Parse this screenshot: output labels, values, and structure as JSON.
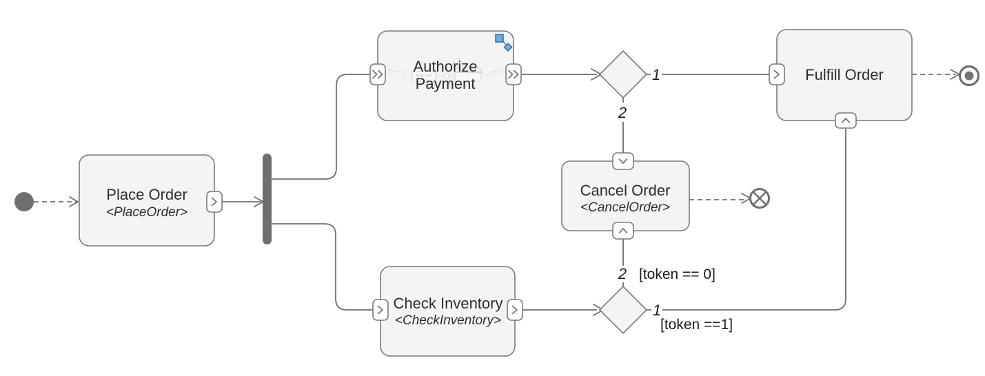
{
  "diagram": {
    "kind": "activity-workflow",
    "colors": {
      "background": "#ffffff",
      "connector": "#6f6f6f",
      "node_fill": "#f4f4f4",
      "node_border": "#7a7a7a",
      "fork_bar": "#6e6e6e",
      "text": "#2d2d2d",
      "subprocess_icon_fill": "#6aaee0",
      "subprocess_icon_border": "#2d6da8"
    },
    "icons": {
      "port_forward": "chevron-right-icon",
      "port_forward_double": "double-chevron-right-icon",
      "port_in_top": "chevron-down-icon",
      "port_in_bottom": "chevron-up-icon",
      "subprocess_marker": "subprocess-icon",
      "start": "initial-node-icon",
      "end": "activity-final-icon",
      "cancel_end": "flow-final-icon"
    },
    "nodes": {
      "start": {
        "type": "initial-node"
      },
      "place_order": {
        "title": "Place Order",
        "stereotype": "<PlaceOrder>"
      },
      "fork": {
        "type": "fork-bar"
      },
      "authorize_payment": {
        "title_line1": "Authorize",
        "title_line2": "Payment",
        "ghost_steps": [
          "Enter Card",
          "Authenticate Details"
        ]
      },
      "check_inventory": {
        "title": "Check Inventory",
        "stereotype": "<CheckInventory>"
      },
      "cancel_order": {
        "title": "Cancel Order",
        "stereotype": "<CancelOrder>"
      },
      "fulfill_order": {
        "title": "Fulfill Order"
      },
      "decision_top": {
        "out1_label": "1",
        "out2_label": "2"
      },
      "decision_bottom": {
        "out1_label": "1",
        "out2_label": "2"
      },
      "end": {
        "type": "activity-final"
      },
      "cancel_end": {
        "type": "flow-final"
      }
    },
    "edges": {
      "guard_token_zero": "[token == 0]",
      "guard_token_one": "[token ==1]"
    }
  }
}
